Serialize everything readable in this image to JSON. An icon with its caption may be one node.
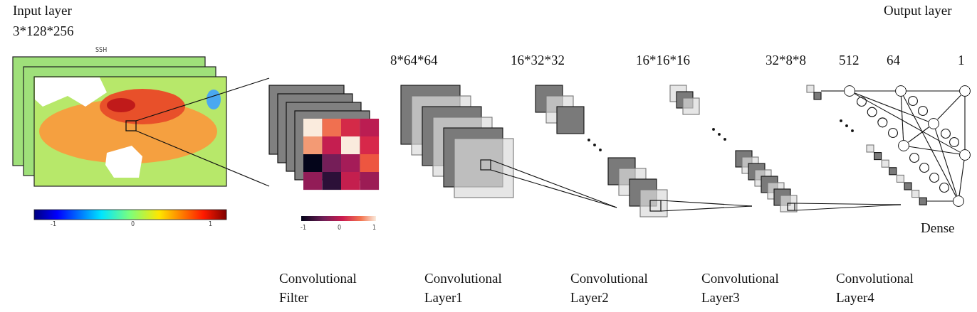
{
  "diagram": {
    "nodes": [
      {
        "text": [],
        "shape": "circle"
      },
      {
        "text": [],
        "shape": "circle"
      },
      {
        "text": [],
        "shape": "circle"
      },
      {
        "text": [],
        "shape": "circle"
      },
      {
        "text": [],
        "shape": "circle"
      },
      {
        "text": [],
        "shape": "circle"
      },
      {
        "text": [],
        "shape": "circle"
      },
      {
        "text": [],
        "shape": "box"
      },
      {
        "text": [],
        "shape": "box"
      }
    ],
    "edges": [
      {
        "from": 0,
        "to": 1,
        "arrow": "none"
      },
      {
        "from": 1,
        "to": 2,
        "arrow": "none"
      },
      {
        "from": 0,
        "to": 3,
        "arrow": "none"
      },
      {
        "from": 0,
        "to": 5,
        "arrow": "none"
      },
      {
        "from": 1,
        "to": 4,
        "arrow": "none"
      },
      {
        "from": 1,
        "to": 6,
        "arrow": "none"
      },
      {
        "from": 2,
        "to": 3,
        "arrow": "none"
      },
      {
        "from": 2,
        "to": 5,
        "arrow": "none"
      },
      {
        "from": 3,
        "to": 4,
        "arrow": "none"
      },
      {
        "from": 4,
        "to": 5,
        "arrow": "none"
      },
      {
        "from": 5,
        "to": 6,
        "arrow": "none"
      },
      {
        "from": 3,
        "to": 6,
        "arrow": "none"
      },
      {
        "from": 7,
        "to": 0,
        "arrow": "none"
      },
      {
        "from": 8,
        "to": 6,
        "arrow": "none"
      }
    ],
    "labels": [
      "Input layer",
      "Output layer",
      "3*128*256",
      "SSH",
      "8*64*64",
      "16*32*32",
      "16*16*16",
      "32*8*8",
      "512",
      "64",
      "1",
      "Dense",
      "-1",
      "0",
      "1",
      "-1",
      "0",
      "1",
      "Convolutional Filter",
      "Convolutional Layer1",
      "Convolutional Layer2",
      "Convolutional Layer3",
      "Convolutional Layer4"
    ]
  }
}
